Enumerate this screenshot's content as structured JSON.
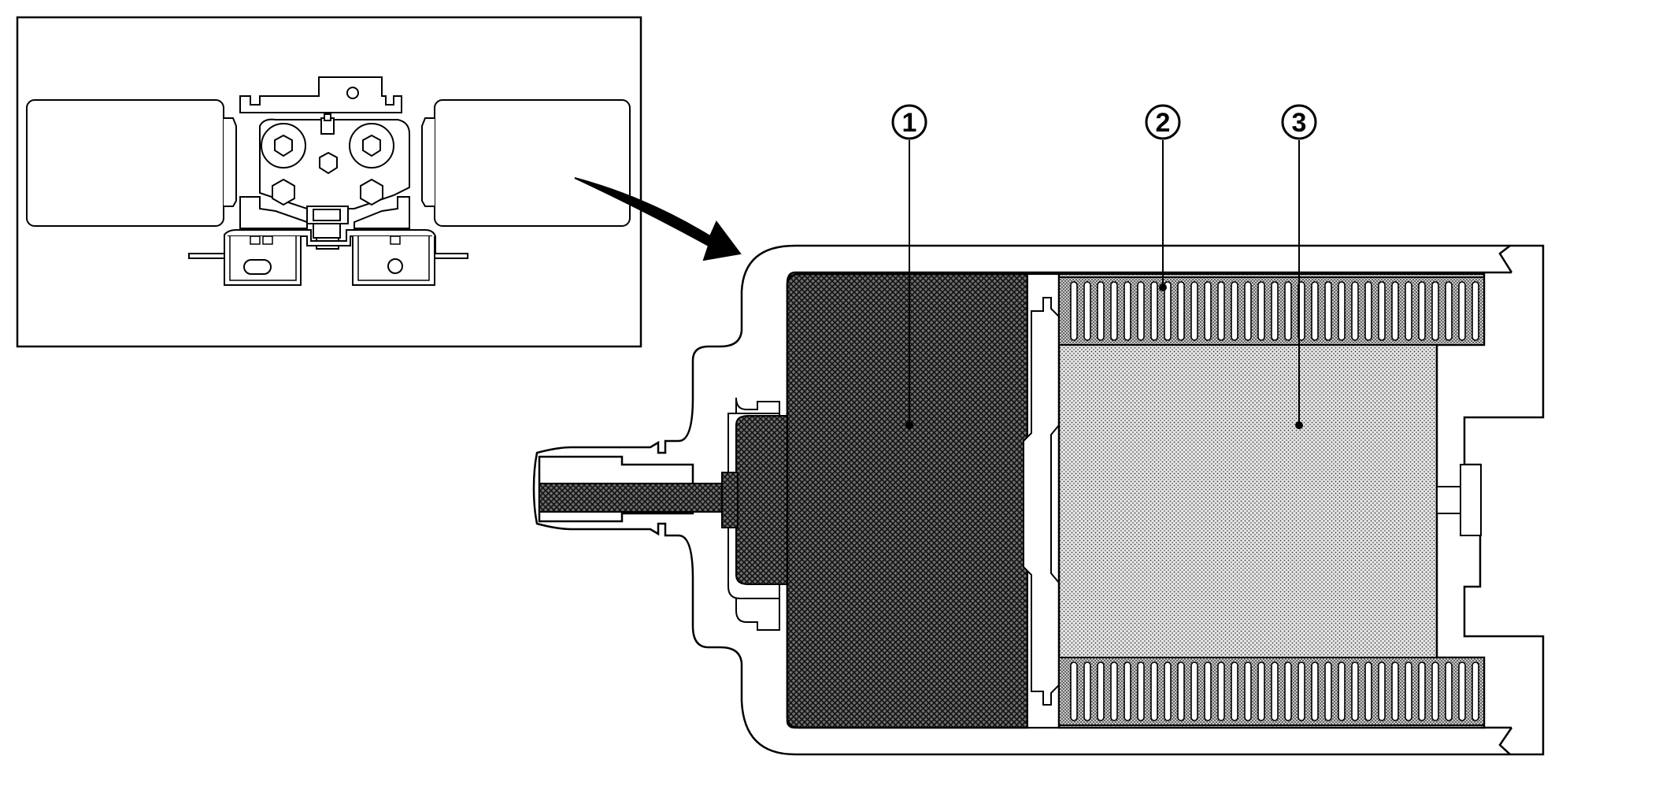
{
  "callouts": [
    {
      "label": "1"
    },
    {
      "label": "2"
    },
    {
      "label": "3"
    }
  ],
  "colors": {
    "line": "#000000",
    "dark_fill": "#4a4a4a",
    "light_fill": "#bdbdbd",
    "background": "#ffffff"
  }
}
